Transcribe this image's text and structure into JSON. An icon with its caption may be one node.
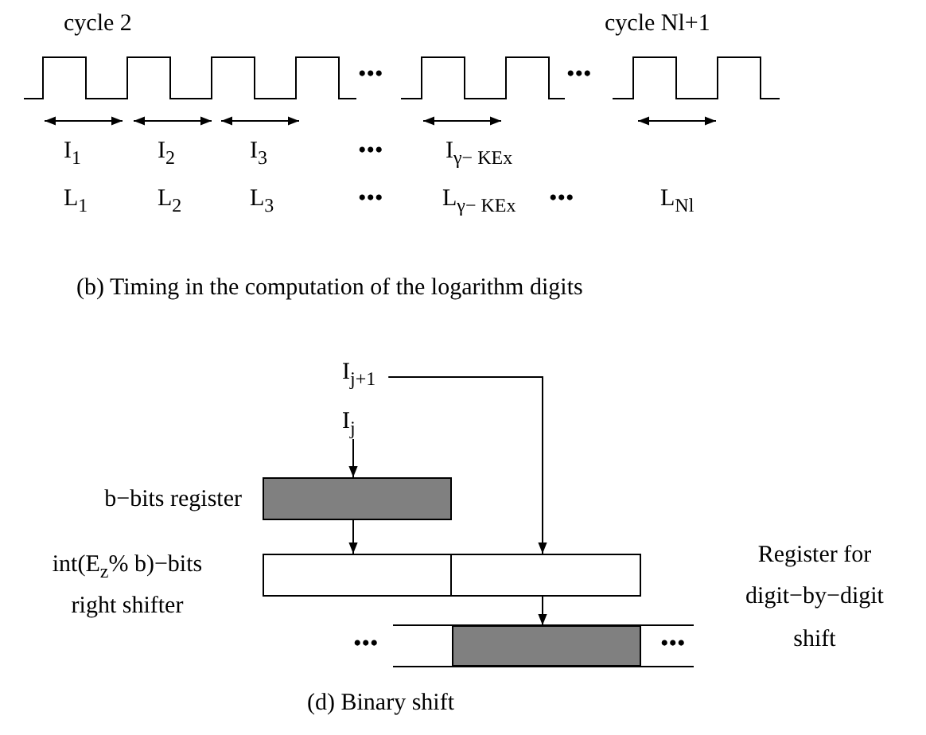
{
  "diagram": {
    "nodes": [
      {
        "text": [
          "I$_{j+1}$"
        ]
      },
      {
        "text": [
          "I$_{j}$"
        ]
      },
      {
        "text": [
          "b−bits register"
        ]
      },
      {
        "text": [
          "int(E$_{z}$% b)−bits right shifter"
        ]
      },
      {
        "text": [],
        "shape": "box",
        "in": 3
      },
      {
        "text": [],
        "shape": "box",
        "in": 3
      },
      {
        "text": [
          "Register for digit−by−digit shift"
        ]
      }
    ],
    "edges": [
      {
        "from": 0,
        "to": 5,
        "arrow": "to"
      },
      {
        "from": 1,
        "to": 2,
        "arrow": "to"
      },
      {
        "from": 2,
        "to": 4,
        "arrow": "to"
      },
      {
        "from": 5,
        "to": 6,
        "arrow": "to"
      }
    ],
    "labels": [
      "cycle 2",
      "cycle Nl+1",
      "•••",
      "•••",
      "I$_{1}$",
      "I$_{2}$",
      "I$_{3}$",
      "•••",
      "I$_{γ− K}$$_{Ex}$",
      "L$_{1}$",
      "L$_{2}$",
      "L$_{3}$",
      "•••",
      "L$_{γ− K}$$_{Ex}$",
      "•••",
      "L$_{Nl}$",
      "(b) Timing in the computation of the logarithm digits",
      "•••",
      "•••",
      "(d) Binary shift"
    ]
  }
}
